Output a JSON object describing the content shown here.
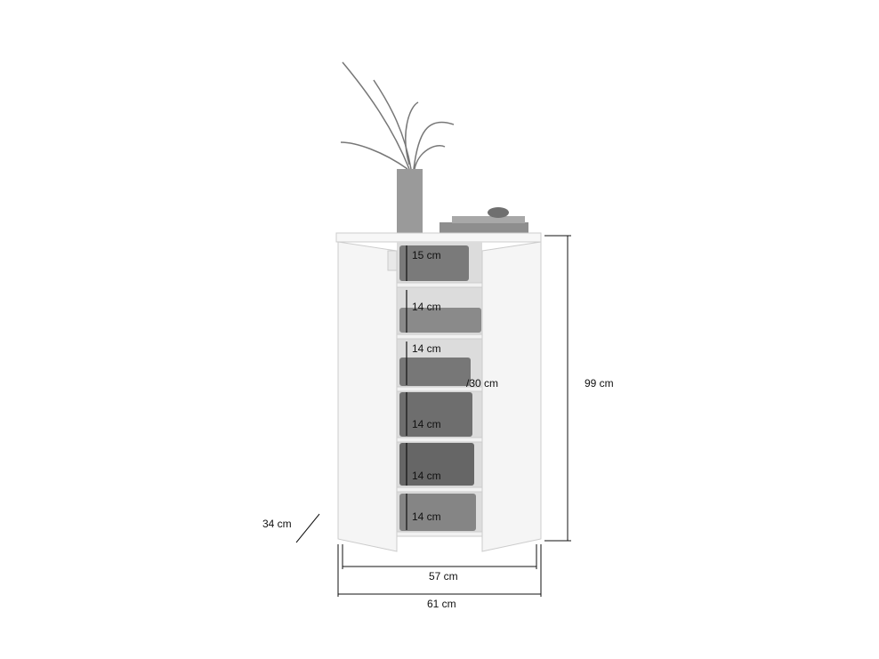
{
  "dimensions": {
    "height": "99 cm",
    "inner_width": "57 cm",
    "outer_width": "61 cm",
    "depth": "34 cm",
    "inner_depth": "/30 cm"
  },
  "shelves": [
    {
      "label": "15 cm"
    },
    {
      "label": "14 cm"
    },
    {
      "label": "14 cm"
    },
    {
      "label": "14 cm"
    },
    {
      "label": "14 cm"
    },
    {
      "label": "14 cm"
    }
  ],
  "colors": {
    "line": "#111111",
    "cabinet": "#f4f4f4",
    "interior": "#d9d9d9",
    "clothes": "#7a7a7a"
  }
}
